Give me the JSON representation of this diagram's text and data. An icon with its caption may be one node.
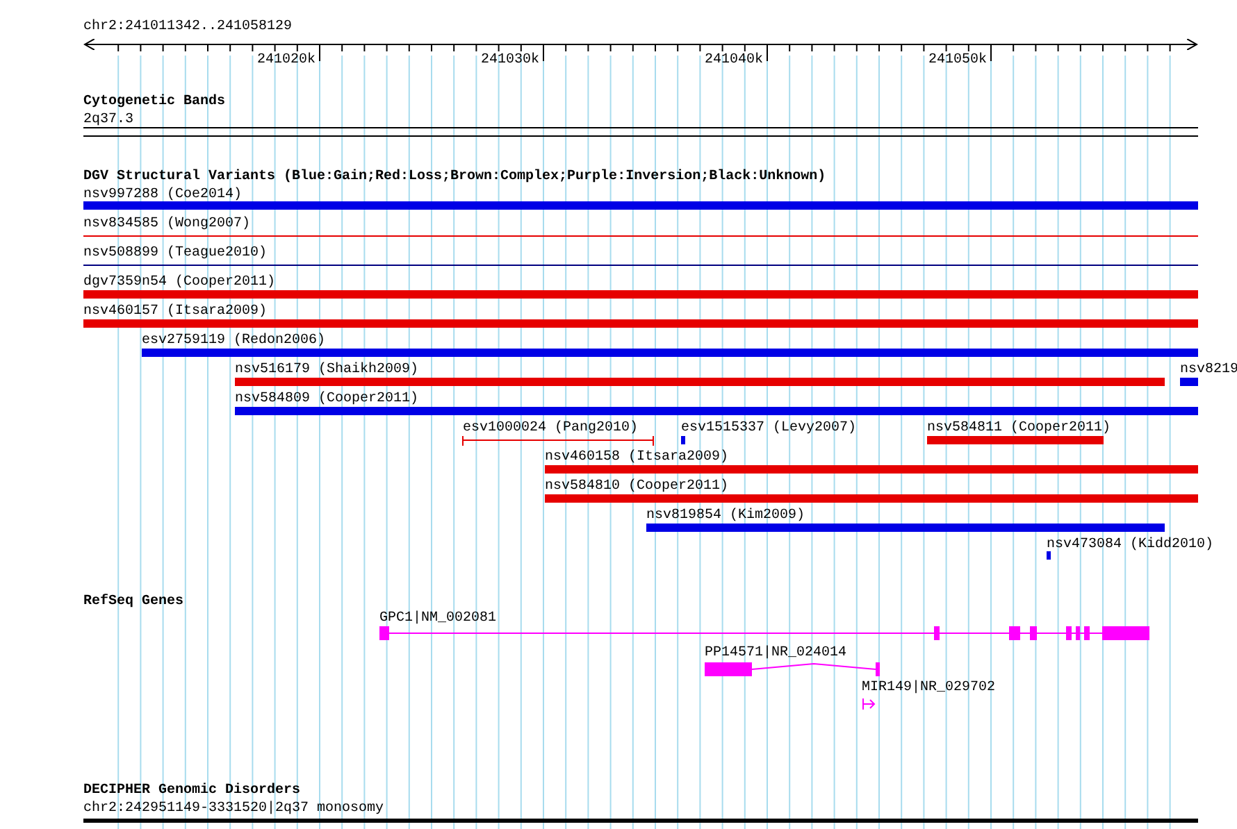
{
  "diagram": {
    "labels": [
      "chr2:241011342..241058129",
      "241020k",
      "241030k",
      "241040k",
      "241050k",
      "Cytogenetic Bands",
      "2q37.3",
      "DGV Structural Variants (Blue:Gain;Red:Loss;Brown:Complex;Purple:Inversion;Black:Unknown)",
      "nsv997288 (Coe2014)",
      "nsv834585 (Wong2007)",
      "nsv508899 (Teague2010)",
      "dgv7359n54 (Cooper2011)",
      "nsv460157 (Itsara2009)",
      "esv2759119 (Redon2006)",
      "nsv516179 (Shaikh2009)",
      "nsv8219",
      "nsv584809 (Cooper2011)",
      "esv1000024 (Pang2010)",
      "esv1515337 (Levy2007)",
      "nsv584811 (Cooper2011)",
      "nsv460158 (Itsara2009)",
      "nsv584810 (Cooper2011)",
      "nsv819854 (Kim2009)",
      "nsv473084 (Kidd2010)",
      "RefSeq Genes",
      "GPC1|NM_002081",
      "PP14571|NR_024014",
      "MIR149|NR_029702",
      "DECIPHER Genomic Disorders",
      "chr2:242951149-3331520|2q37 monosomy"
    ]
  }
}
